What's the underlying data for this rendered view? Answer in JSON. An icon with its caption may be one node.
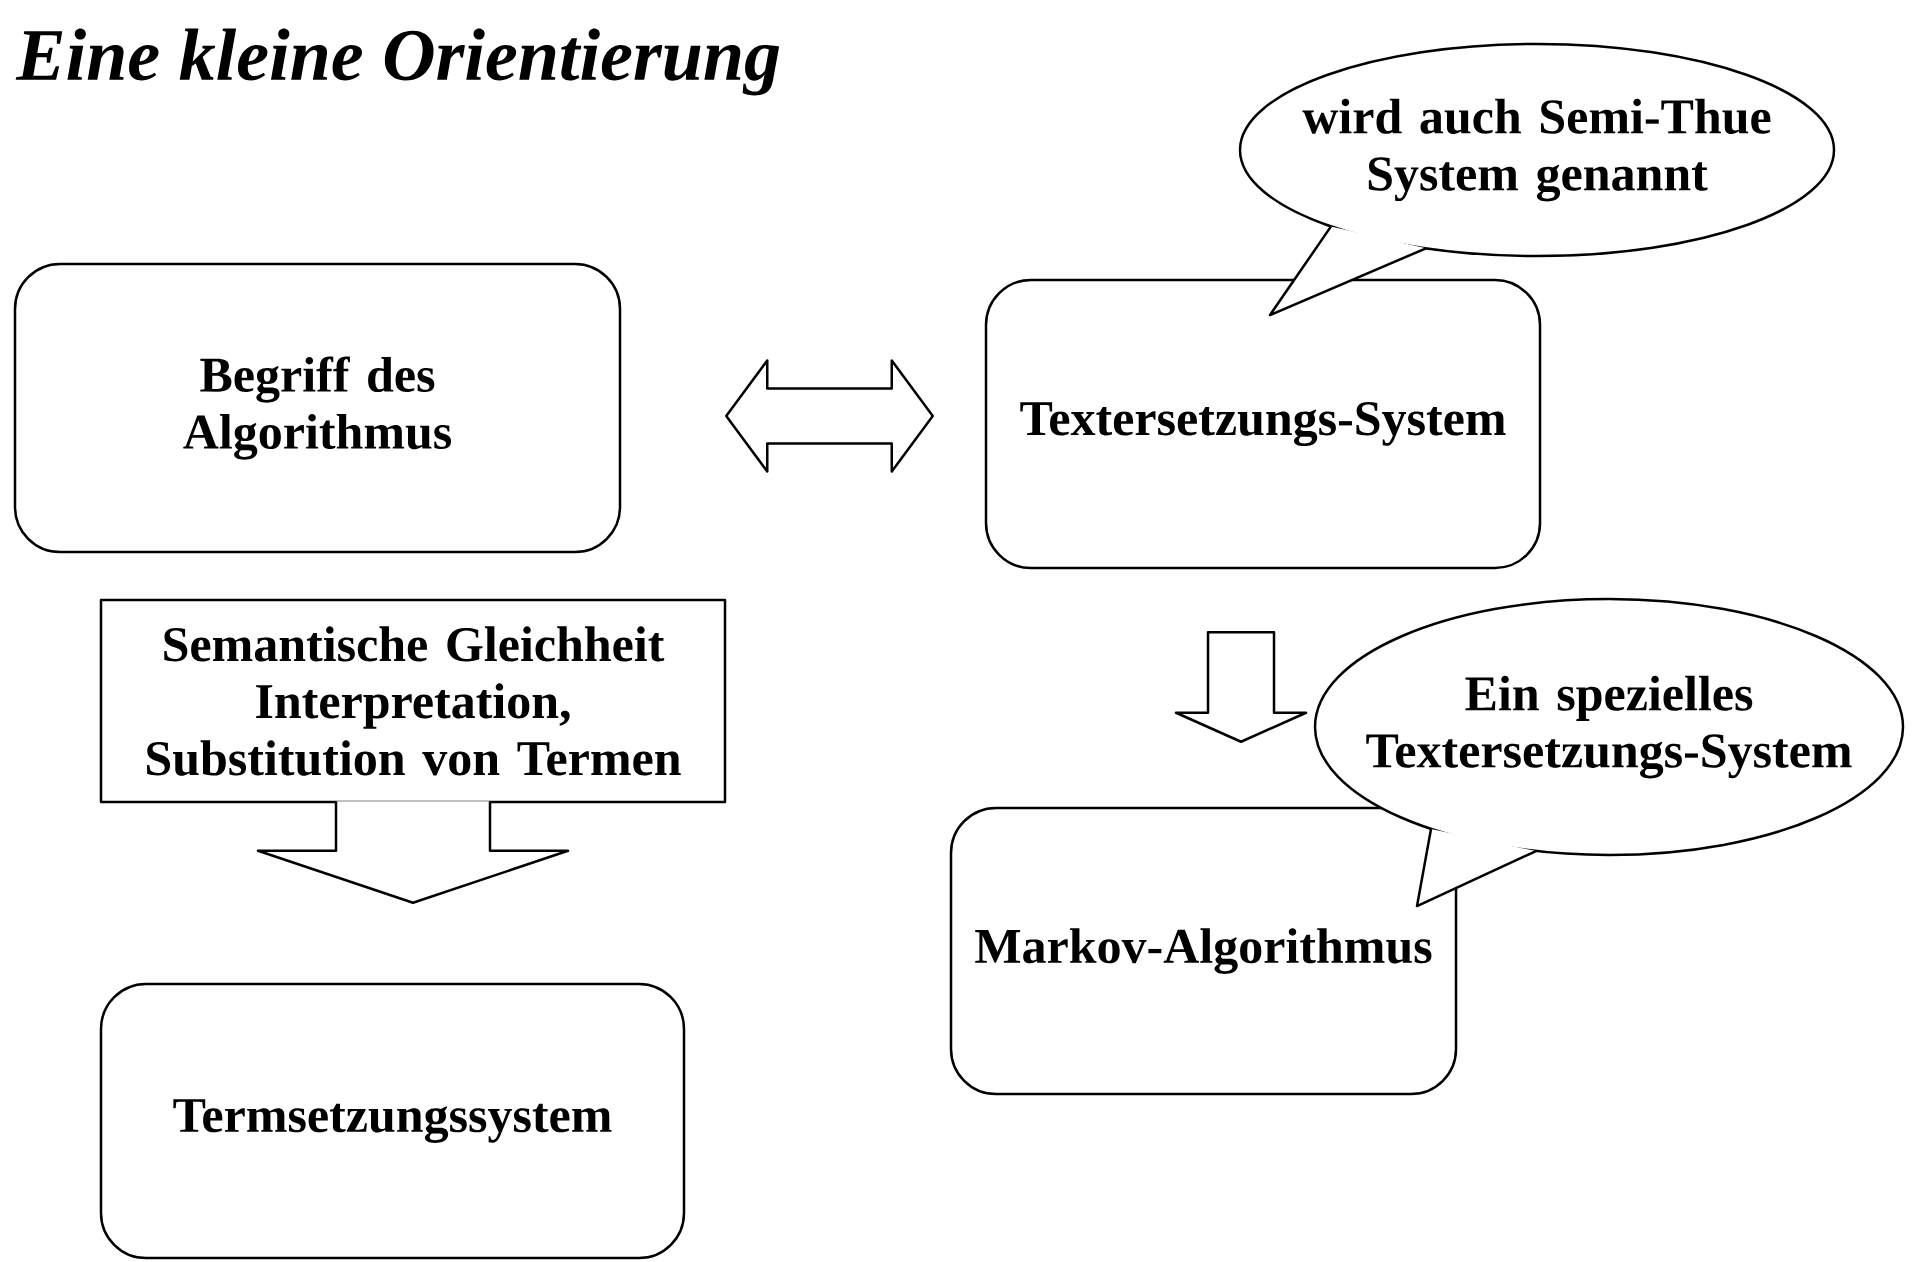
{
  "diagram": {
    "title": "Eine kleine Orientierung",
    "nodes": [
      {
        "text": [
          "Begriff des Algorithmus"
        ]
      },
      {
        "text": [
          "Textersetzungs-System"
        ]
      },
      {
        "text": [
          "wird auch Semi-Thue System genannt"
        ]
      },
      {
        "text": [
          "Semantische Gleichheit Interpretation, Substitution von Termen"
        ]
      },
      {
        "text": [
          "Termsetzungssystem"
        ]
      },
      {
        "text": [
          "Ein spezielles Textersetzungs-System"
        ]
      },
      {
        "text": [
          "Markov-Algorithmus"
        ]
      }
    ],
    "edges": [
      {
        "from": 0,
        "to": 1,
        "arrow": "both"
      },
      {
        "from": 1,
        "to": 6,
        "arrow": "to"
      },
      {
        "from": 3,
        "to": 4,
        "arrow": "to"
      }
    ]
  }
}
